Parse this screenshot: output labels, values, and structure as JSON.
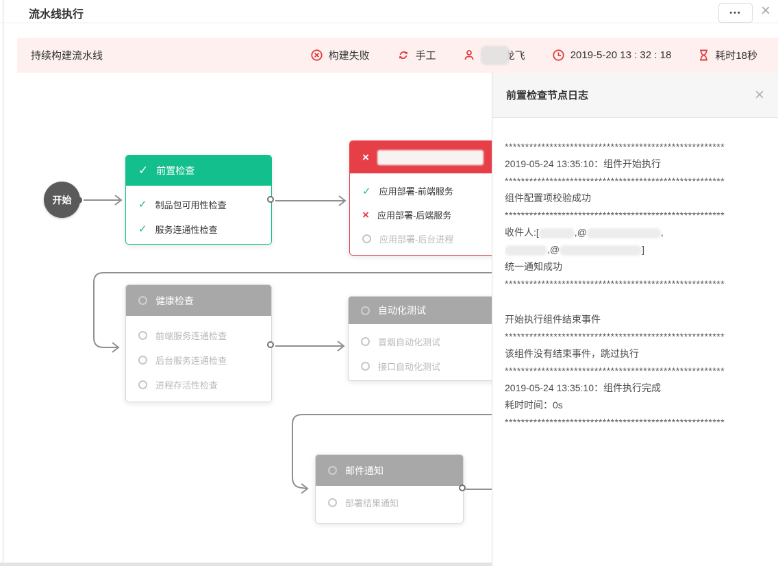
{
  "window": {
    "title": "流水线执行",
    "more_label": "•••",
    "close_label": "×"
  },
  "pipeline_bar": {
    "name": "持续构建流水线",
    "status_label": "构建失败",
    "trigger_label": "手工",
    "user_visible_name": "龙飞",
    "time_label": "2019-5-20 13 : 32 : 18",
    "duration_label": "耗时18秒"
  },
  "diagram": {
    "start_label": "开始",
    "nodes": [
      {
        "id": "precheck",
        "title": "前置检查",
        "state": "success",
        "items": [
          {
            "label": "制品包可用性检查",
            "state": "success"
          },
          {
            "label": "服务连通性检查",
            "state": "success"
          }
        ]
      },
      {
        "id": "deploy",
        "title": "",
        "title_redacted": true,
        "state": "failed",
        "items": [
          {
            "label": "应用部署-前端服务",
            "state": "success"
          },
          {
            "label": "应用部署-后端服务",
            "state": "failed"
          },
          {
            "label": "应用部署-后台进程",
            "state": "pending"
          }
        ]
      },
      {
        "id": "health",
        "title": "健康检查",
        "state": "pending",
        "items": [
          {
            "label": "前端服务连通检查",
            "state": "pending"
          },
          {
            "label": "后台服务连通检查",
            "state": "pending"
          },
          {
            "label": "进程存活性检查",
            "state": "pending"
          }
        ]
      },
      {
        "id": "autotest",
        "title": "自动化测试",
        "state": "pending",
        "items": [
          {
            "label": "冒烟自动化测试",
            "state": "pending"
          },
          {
            "label": "接口自动化测试",
            "state": "pending"
          }
        ]
      },
      {
        "id": "mailnotify",
        "title": "邮件通知",
        "state": "pending",
        "items": [
          {
            "label": "部署结果通知",
            "state": "pending"
          }
        ]
      }
    ]
  },
  "log_panel": {
    "title": "前置检查节点日志",
    "close_label": "×",
    "stars": "******************************************************",
    "entries": {
      "start": "2019-05-24 13:35:10：组件开始执行",
      "config_ok": "组件配置项校验成功",
      "recipient_prefix": "收件人:[",
      "recipient_sep1": ",@",
      "recipient_sep2": ",",
      "recipient_sep3": ",@",
      "recipient_end": "]",
      "notify_ok": "统一通知成功",
      "end_event_start": "开始执行组件结束事件",
      "no_end_event": "该组件没有结束事件，跳过执行",
      "complete": "2019-05-24 13:35:10：组件执行完成",
      "elapsed": "耗时时间：0s"
    }
  },
  "colors": {
    "accent_red": "#e23c3f",
    "node_red": "#e63f47",
    "green": "#13bf8c",
    "grey_header": "#a8a8a8",
    "wire_grey": "#8f8f8f",
    "bar_pink": "#fdf0ee"
  }
}
